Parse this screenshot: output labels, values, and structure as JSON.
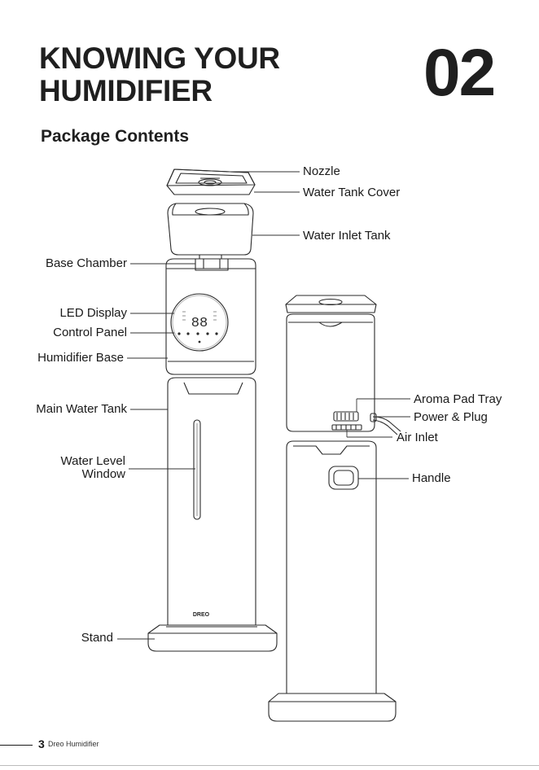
{
  "header": {
    "title_line1": "KNOWING YOUR",
    "title_line2": "HUMIDIFIER",
    "chapter": "02"
  },
  "section_title": "Package Contents",
  "labels": {
    "nozzle": "Nozzle",
    "water_tank_cover": "Water Tank Cover",
    "water_inlet_tank": "Water Inlet Tank",
    "base_chamber": "Base Chamber",
    "led_display": "LED Display",
    "control_panel": "Control Panel",
    "humidifier_base": "Humidifier Base",
    "main_water_tank": "Main Water Tank",
    "water_level_line1": "Water Level",
    "water_level_line2": "Window",
    "stand": "Stand",
    "aroma_pad_tray": "Aroma Pad Tray",
    "power_plug": "Power & Plug",
    "air_inlet": "Air Inlet",
    "handle": "Handle"
  },
  "device": {
    "display_digits": "88",
    "logo": "DREO"
  },
  "footer": {
    "page_number": "3",
    "brand": "Dreo Humidifier"
  }
}
